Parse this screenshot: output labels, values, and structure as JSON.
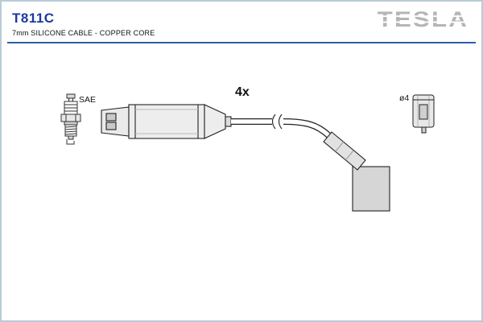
{
  "header": {
    "part_number": "T811C",
    "subtitle": "7mm SILICONE CABLE - COPPER CORE",
    "brand_logo": "TESLA"
  },
  "diagram": {
    "quantity_label": "4x",
    "spark_plug_standard_label": "SAE",
    "terminal_diameter_label": "ø4"
  },
  "colors": {
    "accent_blue": "#1d3aa0",
    "rule_blue": "#2e5ea6",
    "border_blue": "#b9cbd9",
    "logo_gray": "#b3b5b7",
    "drawing_gray": "#e8e8e8"
  }
}
